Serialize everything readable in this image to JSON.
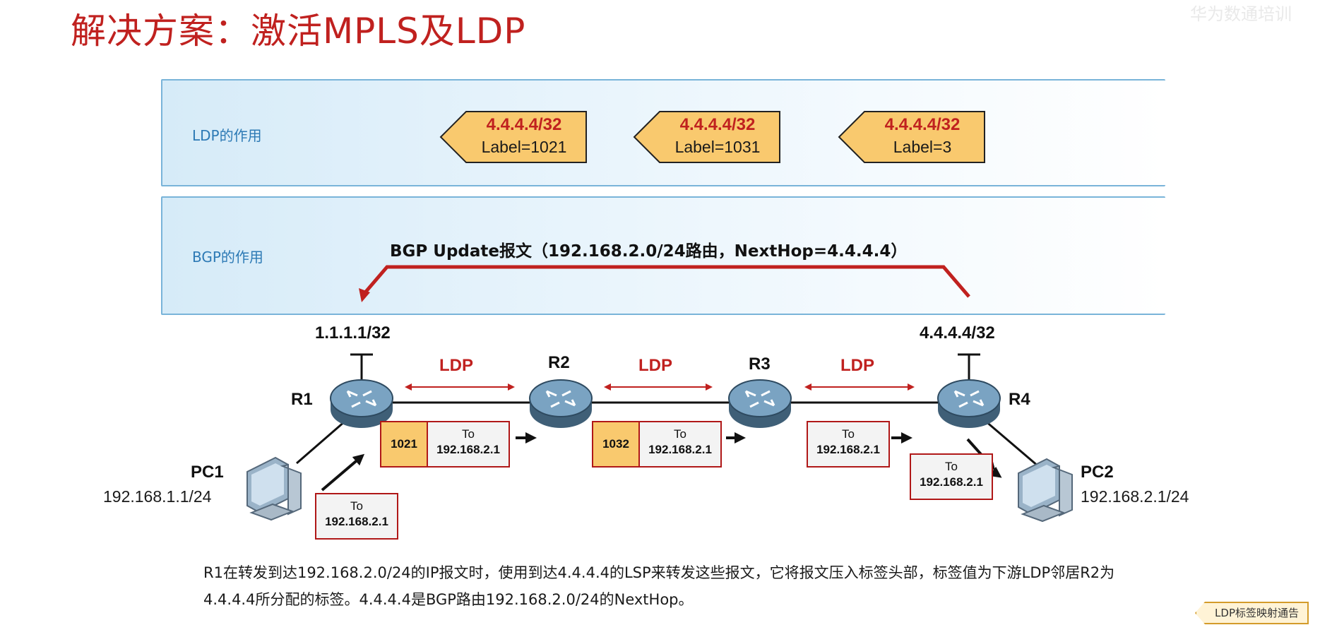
{
  "title": "解决方案：激活MPLS及LDP",
  "watermark": "华为数通培训",
  "ldp_band": {
    "label": "LDP的作用",
    "mappings": [
      {
        "prefix": "4.4.4.4/32",
        "label": "Label=1021"
      },
      {
        "prefix": "4.4.4.4/32",
        "label": "Label=1031"
      },
      {
        "prefix": "4.4.4.4/32",
        "label": "Label=3"
      }
    ]
  },
  "bgp_band": {
    "label": "BGP的作用",
    "update_text": "BGP Update报文（192.168.2.0/24路由，NextHop=4.4.4.4）"
  },
  "topology": {
    "r1_loopback": "1.1.1.1/32",
    "r4_loopback": "4.4.4.4/32",
    "routers": [
      "R1",
      "R2",
      "R3",
      "R4"
    ],
    "ldp_link_label": "LDP",
    "pc1": {
      "name": "PC1",
      "ip": "192.168.1.1/24"
    },
    "pc2": {
      "name": "PC2",
      "ip": "192.168.2.1/24"
    }
  },
  "packets": {
    "to_word": "To",
    "dest": "192.168.2.1",
    "labels": [
      "1021",
      "1032"
    ]
  },
  "description": "R1在转发到达192.168.2.0/24的IP报文时，使用到达4.4.4.4的LSP来转发这些报文，它将报文压入标签头部，标签值为下游LDP邻居R2为4.4.4.4所分配的标签。4.4.4.4是BGP路由192.168.2.0/24的NextHop。",
  "nav_button": "LDP标签映射通告",
  "colors": {
    "accent_red": "#c0211f",
    "label_fill": "#f9c96e",
    "band_border": "#79b4d9"
  }
}
